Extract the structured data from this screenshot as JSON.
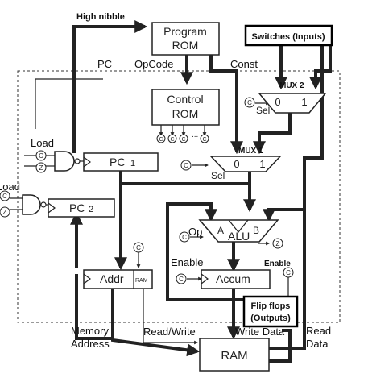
{
  "labels": {
    "high_nibble": "High nibble",
    "program_rom_line1": "Program",
    "program_rom_line2": "ROM",
    "switches": "Switches (Inputs)",
    "pc": "PC",
    "opcode": "OpCode",
    "const": "Const",
    "mux2": "MUX 2",
    "control_rom_line1": "Control",
    "control_rom_line2": "ROM",
    "load1": "Load",
    "load2": "Load",
    "pc1_name": "PC",
    "pc1_num": "1",
    "pc2_name": "PC",
    "pc2_num": "2",
    "mux1": "MUX 1",
    "mux_0": "0",
    "mux_1": "1",
    "sel": "Sel",
    "alu": "ALU",
    "alu_a": "A",
    "alu_b": "B",
    "op": "Op",
    "enable_left": "Enable",
    "enable_right": "Enable",
    "accum": "Accum",
    "addr": "Addr",
    "ram_small": "RAM",
    "flipflops_line1": "Flip flops",
    "flipflops_line2": "(Outputs)",
    "memory": "Memory",
    "address": "Address",
    "read_write": "Read/Write",
    "write_data": "Write Data",
    "read": "Read",
    "data": "Data",
    "ram": "RAM",
    "c": "C",
    "z": "Z",
    "ellipsis": "..."
  },
  "colors": {
    "line": "#222222",
    "background": "#ffffff"
  }
}
